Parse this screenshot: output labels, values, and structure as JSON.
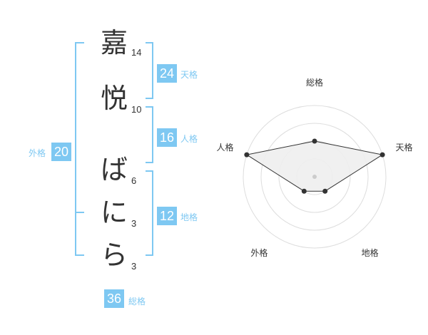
{
  "name_chars": [
    {
      "char": "嘉",
      "strokes": "14"
    },
    {
      "char": "悦",
      "strokes": "10"
    },
    {
      "char": "ば",
      "strokes": "6"
    },
    {
      "char": "に",
      "strokes": "3"
    },
    {
      "char": "ら",
      "strokes": "3"
    }
  ],
  "kaku": {
    "tenkaku": {
      "score": "24",
      "label": "天格"
    },
    "jinkaku": {
      "score": "16",
      "label": "人格"
    },
    "chikaku": {
      "score": "12",
      "label": "地格"
    },
    "gaikaku": {
      "score": "20",
      "label": "外格"
    },
    "soukaku": {
      "score": "36",
      "label": "総格"
    }
  },
  "radar": {
    "axes": [
      "総格",
      "天格",
      "地格",
      "外格",
      "人格"
    ],
    "values": [
      0.5,
      1.0,
      0.25,
      0.25,
      1.0
    ],
    "fill_color": "#eeeeee",
    "line_color": "#333333",
    "ring_color": "#dddddd"
  },
  "colors": {
    "accent": "#7ec8f2",
    "text": "#333333"
  }
}
